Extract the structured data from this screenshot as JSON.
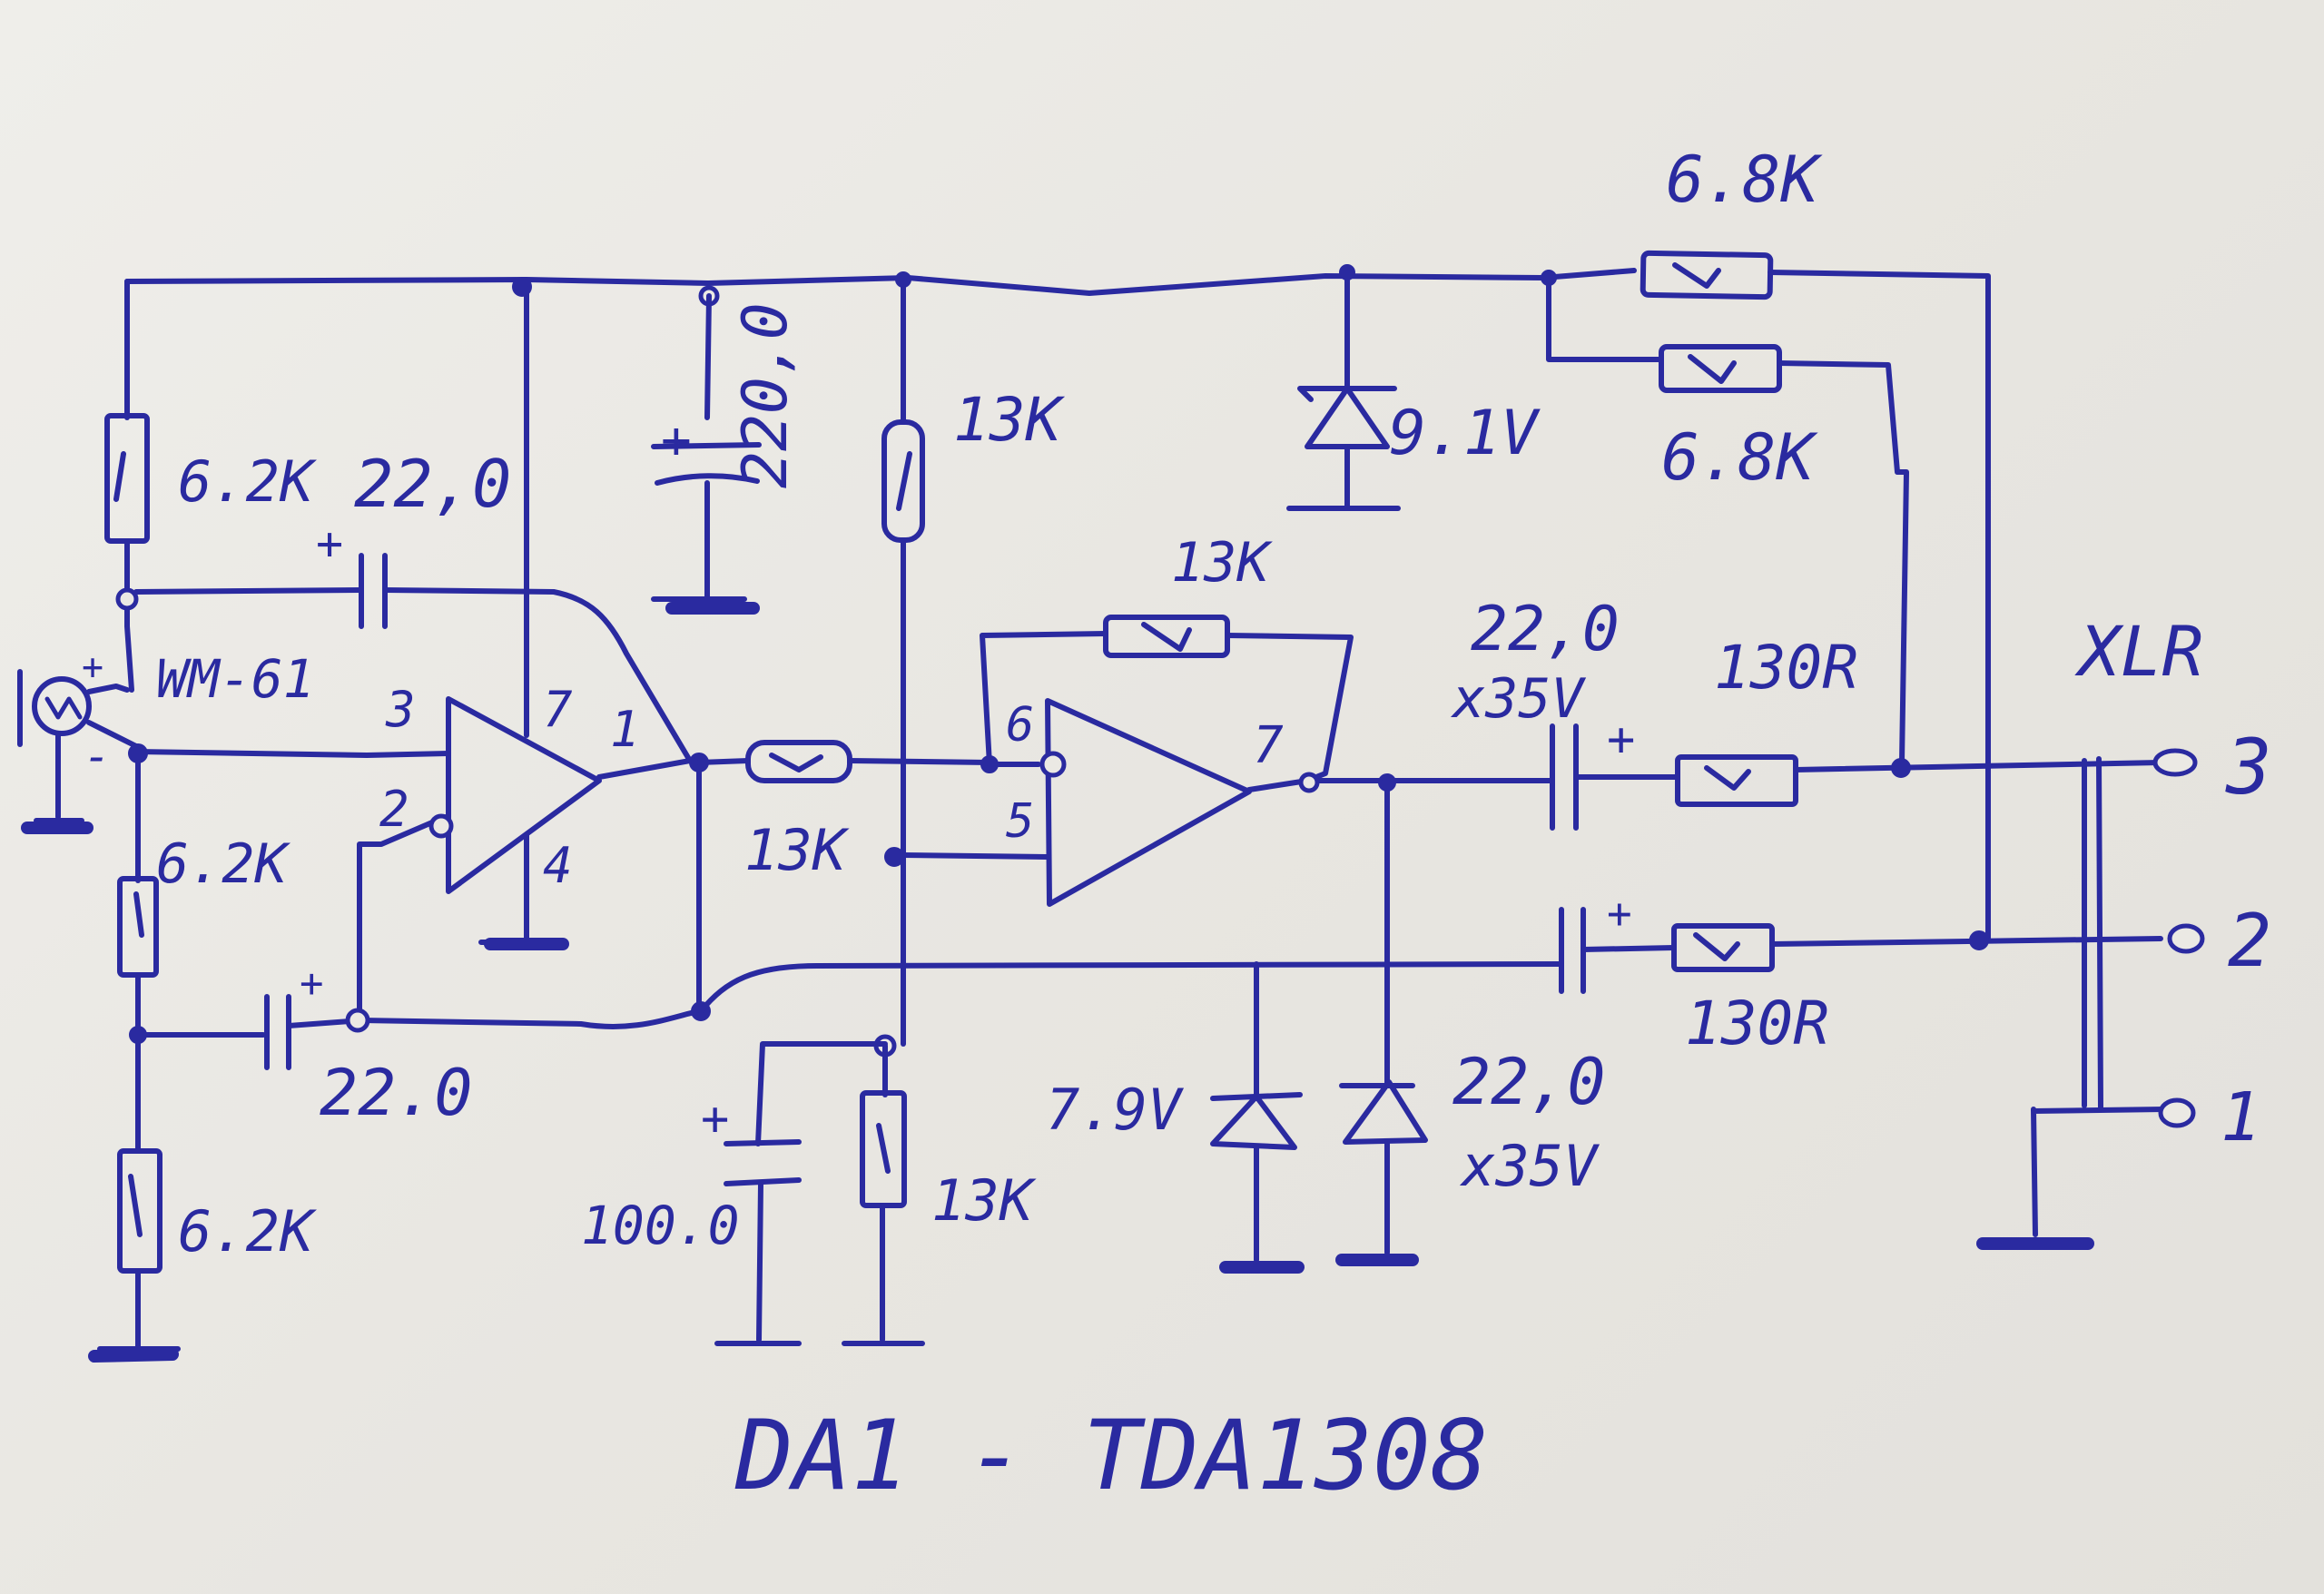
{
  "labels": {
    "r_top1": "6.8K",
    "r_top2": "6.8K",
    "zener_top": "9.1V",
    "r_bias_top": "13K",
    "cap_supply": "220,0",
    "r_mic_top": "6.2K",
    "cap_mic": "22,0",
    "mic_model": "WM-61",
    "pin_in_plus": "3",
    "pin_in_minus": "2",
    "pin_supply": "7",
    "pin_out": "1",
    "pin_gnd": "4",
    "r_mid_left": "6.2K",
    "cap_feedback": "22.0",
    "r_bottom_left": "6.2K",
    "r_series": "13K",
    "r_feedback": "13K",
    "pin_b_inv": "6",
    "pin_b_noninv": "5",
    "pin_b_out": "7",
    "cap_out_top": "22,0",
    "cap_out_top_v": "x35V",
    "r_out_top": "130R",
    "xlr_title": "XLR",
    "xlr_pin3": "3",
    "xlr_pin2": "2",
    "xlr_pin1": "1",
    "r_out_bottom": "130R",
    "zener_bottom": "7.9V",
    "cap_out_bottom": "22,0",
    "cap_out_bottom_v": "x35V",
    "cap_bias": "100.0",
    "r_bias_bottom": "13K",
    "caption": "DA1 - TDA1308",
    "plus_sign": "+",
    "minus_sign": "-"
  }
}
